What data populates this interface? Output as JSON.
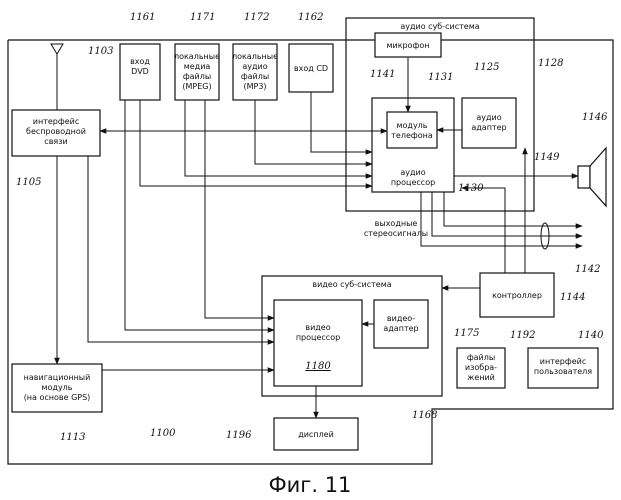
{
  "diagram": {
    "caption": "Фиг. 11",
    "containers": {
      "system_ref": "1100",
      "audio": {
        "title": "аудио суб-система",
        "ref": "1128"
      },
      "video": {
        "title": "видео суб-система",
        "ref": "1168"
      }
    },
    "blocks": {
      "dvd": {
        "lines": [
          "вход",
          "DVD"
        ],
        "ref": "1161"
      },
      "mpeg": {
        "lines": [
          "локальные",
          "медиа",
          "файлы",
          "(MPEG)"
        ],
        "ref": "1171"
      },
      "mp3": {
        "lines": [
          "локальные",
          "аудио",
          "файлы",
          "(MP3)"
        ],
        "ref": "1172"
      },
      "cd": {
        "lines": [
          "вход CD"
        ],
        "ref": "1162"
      },
      "wireless": {
        "lines": [
          "интерфейс",
          "беспроводной",
          "связи"
        ],
        "ref": "1105"
      },
      "mic": {
        "lines": [
          "микрофон"
        ],
        "ref": "1141"
      },
      "phone": {
        "lines": [
          "модуль",
          "телефона"
        ],
        "ref": "1131"
      },
      "audio_adapter": {
        "lines": [
          "аудио",
          "адаптер"
        ],
        "ref": "1125"
      },
      "audio_proc": {
        "lines": [
          "аудио",
          "процессор"
        ],
        "ref": "1130"
      },
      "controller": {
        "lines": [
          "контроллер"
        ],
        "ref": "1144"
      },
      "video_proc": {
        "lines": [
          "видео",
          "процессор"
        ],
        "ref": "1180"
      },
      "video_adapter": {
        "lines": [
          "видео-",
          "адаптер"
        ],
        "ref": "1175"
      },
      "images": {
        "lines": [
          "файлы",
          "изобра-",
          "жений"
        ],
        "ref": "1192"
      },
      "user_if": {
        "lines": [
          "интерфейс",
          "пользователя"
        ],
        "ref": "1140"
      },
      "gps": {
        "lines": [
          "навигационный",
          "модуль",
          "(на основе GPS)"
        ],
        "ref": "1113"
      },
      "display": {
        "lines": [
          "дисплей"
        ],
        "ref": "1196"
      }
    },
    "antenna_ref": "1103",
    "speaker_ref": "1146",
    "speaker_line_ref": "1149",
    "stereo": {
      "lines": [
        "выходные",
        "стереосигналы"
      ],
      "ref": "1142"
    }
  }
}
